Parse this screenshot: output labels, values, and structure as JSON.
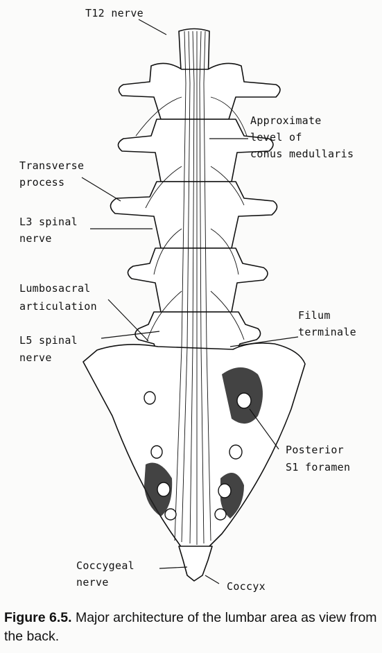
{
  "labels": {
    "t12": "T12 nerve",
    "conus": [
      "Approximate",
      "level of",
      "conus medullaris"
    ],
    "transverse": [
      "Transverse",
      "process"
    ],
    "l3": [
      "L3 spinal",
      "nerve"
    ],
    "lumbosacral": [
      "Lumbosacral",
      "articulation"
    ],
    "filum": [
      "Filum",
      "terminale"
    ],
    "l5": [
      "L5 spinal",
      "nerve"
    ],
    "s1": [
      "Posterior",
      "S1 foramen"
    ],
    "coccygeal": [
      "Coccygeal",
      "nerve"
    ],
    "coccyx": "Coccyx"
  },
  "caption": {
    "figure_number": "Figure 6.5.",
    "text": " Major architecture of the lumbar area as view from the back."
  }
}
